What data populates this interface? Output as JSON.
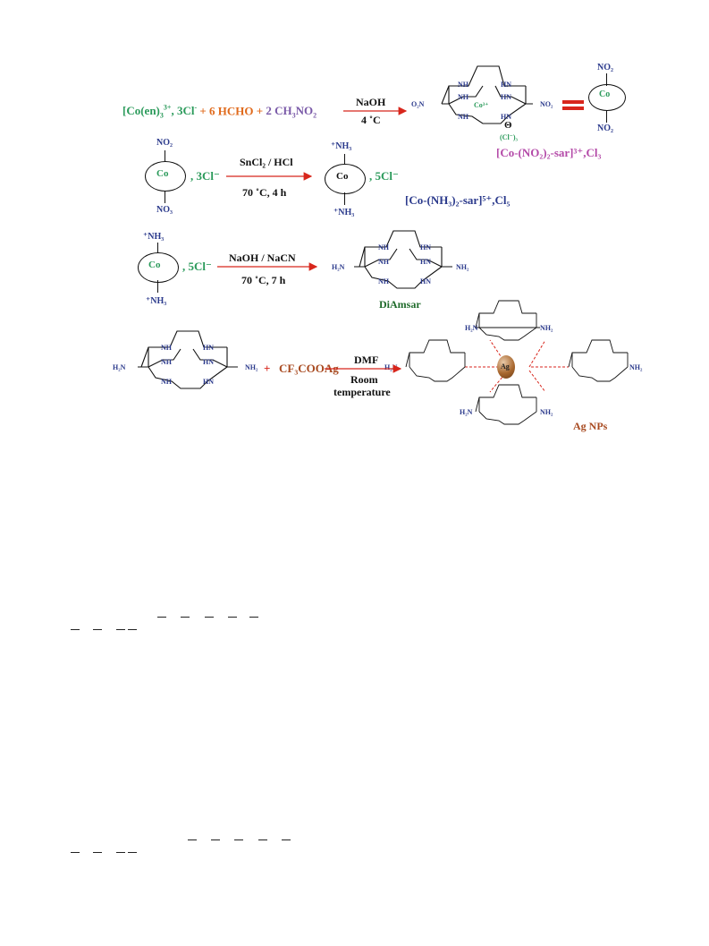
{
  "row1": {
    "reactants": [
      {
        "text": "[Co(en)",
        "sub": "3",
        "sup": "3+",
        "tail": ", 3Cl",
        "tail_sup": "-",
        "color": "green"
      },
      {
        "text": " + 6 HCHO + ",
        "color": "orange"
      },
      {
        "text": "2  CH",
        "sub": "3",
        "tail": "NO",
        "tail_sub": "2",
        "color": "purple"
      }
    ],
    "arrow_top": "NaOH",
    "arrow_bottom": "4 ˚C",
    "cage_labels": {
      "left": "O₂N",
      "right": "NO₂",
      "center": "Co³⁺",
      "below": "(Cl⁻)₃",
      "minus": "Θ"
    },
    "co_disc": {
      "label": "Co",
      "top": "NO₂",
      "bottom": "NO₂"
    },
    "product_name": "[Co-(NO₂)₂-sar]³⁺,Cl₃"
  },
  "row2": {
    "disc_left": {
      "label": "Co",
      "top": "NO₂",
      "bottom": "NO₃"
    },
    "salt_left": ", 3Cl⁻",
    "arrow_top": "SnCl₂ / HCl",
    "arrow_bottom": "70 ˚C, 4 h",
    "disc_right": {
      "label": "Co",
      "top": "⁺NH₃",
      "bottom": "⁺NH₃"
    },
    "salt_right": ", 5Cl⁻",
    "product_name": "[Co-(NH₃)₂-sar]⁵⁺,Cl₅"
  },
  "row3": {
    "disc": {
      "label": "Co",
      "top": "⁺NH₃",
      "bottom": "⁺NH₃"
    },
    "salt": ", 5Cl⁻",
    "arrow_top": "NaOH /  NaCN",
    "arrow_bottom": "70 ˚C, 7 h",
    "cage_left": "H₂N",
    "cage_right": "NH₂",
    "product_name": "DiAmsar"
  },
  "row4": {
    "cage_left": "H₂N",
    "cage_right": "NH₂",
    "plus": "+",
    "reagent": "CF₃COOAg",
    "arrow_top": "DMF",
    "arrow_bottom_1": "Room",
    "arrow_bottom_2": "temperature",
    "ag_label": "Ag",
    "product_name": "Ag NPs"
  },
  "cage_amine_labels": {
    "nh": "NH",
    "hn": "HN"
  },
  "colors": {
    "green": "#2a9a5a",
    "orange": "#e06a1c",
    "purple": "#7a5aa8",
    "magenta": "#b44aa8",
    "navy": "#2b3a8c",
    "red": "#d8261c",
    "brown": "#a84a20",
    "dark_green": "#1e6a2a"
  }
}
